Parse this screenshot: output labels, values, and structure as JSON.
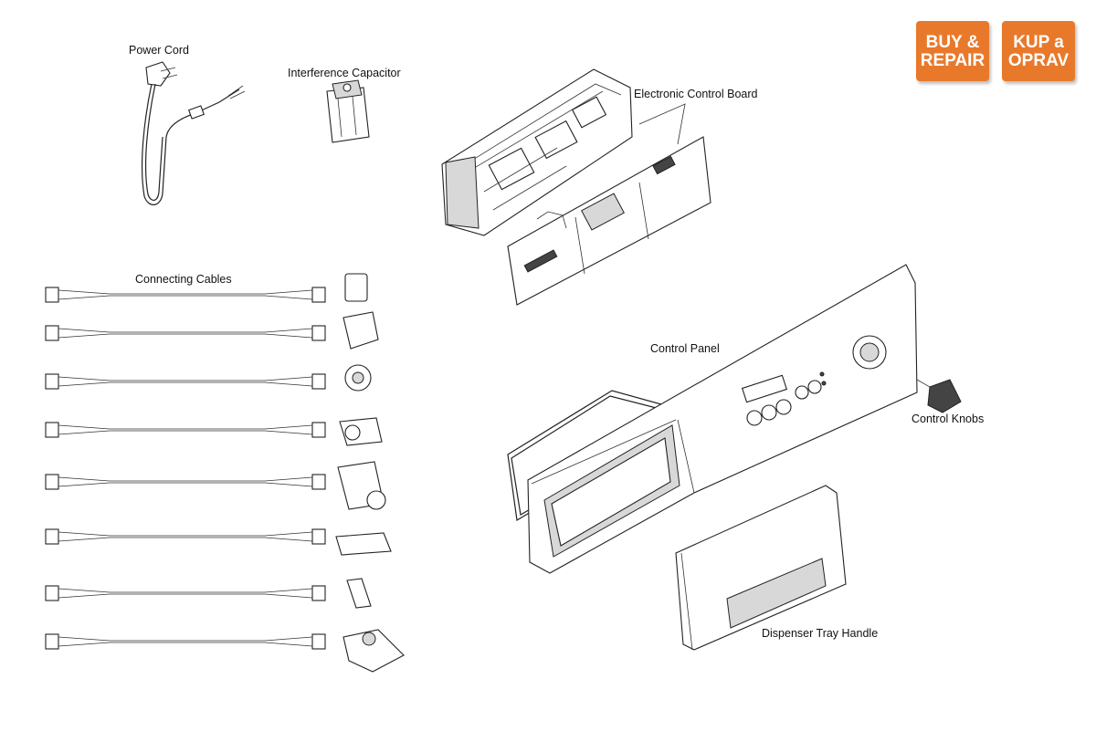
{
  "labels": {
    "power_cord": "Power Cord",
    "interference_capacitor": "Interference Capacitor",
    "electronic_control_board": "Electronic Control Board",
    "connecting_cables": "Connecting Cables",
    "control_panel": "Control Panel",
    "control_knobs": "Control Knobs",
    "dispenser_tray_handle": "Dispenser Tray Handle"
  },
  "badges": [
    {
      "line1": "BUY &",
      "line2": "REPAIR"
    },
    {
      "line1": "KUP a",
      "line2": "OPRAV"
    }
  ],
  "colors": {
    "badge": "#e8792b",
    "line": "#222222"
  }
}
